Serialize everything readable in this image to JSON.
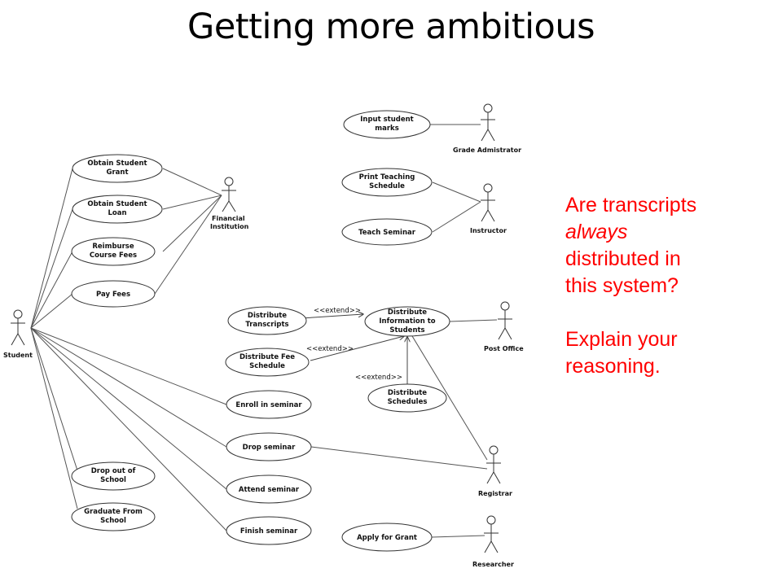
{
  "slide": {
    "title": "Getting more ambitious"
  },
  "question": {
    "line1": "Are transcripts",
    "line2_emphasis": "always",
    "line3": "distributed in",
    "line4": "this system?",
    "line5": "Explain your",
    "line6": "reasoning."
  },
  "diagram": {
    "actors": {
      "student": "Student",
      "financial_line1": "Financial",
      "financial_line2": "Institution",
      "grade_admin": "Grade Admistrator",
      "instructor": "Instructor",
      "post_office": "Post Office",
      "registrar": "Registrar",
      "researcher": "Researcher"
    },
    "use_cases": {
      "obtain_grant": [
        "Obtain Student",
        "Grant"
      ],
      "obtain_loan": [
        "Obtain Student",
        "Loan"
      ],
      "reimburse": [
        "Reimburse",
        "Course Fees"
      ],
      "pay_fees": [
        "Pay Fees"
      ],
      "drop_out": [
        "Drop out of",
        "School"
      ],
      "graduate": [
        "Graduate From",
        "School"
      ],
      "input_marks": [
        "Input student",
        "marks"
      ],
      "print_schedule": [
        "Print Teaching",
        "Schedule"
      ],
      "teach": [
        "Teach Seminar"
      ],
      "dist_transcripts": [
        "Distribute",
        "Transcripts"
      ],
      "dist_info": [
        "Distribute",
        "Information to",
        "Students"
      ],
      "dist_fee": [
        "Distribute Fee",
        "Schedule"
      ],
      "dist_schedules": [
        "Distribute",
        "Schedules"
      ],
      "enroll": [
        "Enroll in seminar"
      ],
      "drop_seminar": [
        "Drop seminar"
      ],
      "attend": [
        "Attend seminar"
      ],
      "finish": [
        "Finish seminar"
      ],
      "apply_grant": [
        "Apply for Grant"
      ]
    },
    "extend_label": "<<extend>>"
  }
}
